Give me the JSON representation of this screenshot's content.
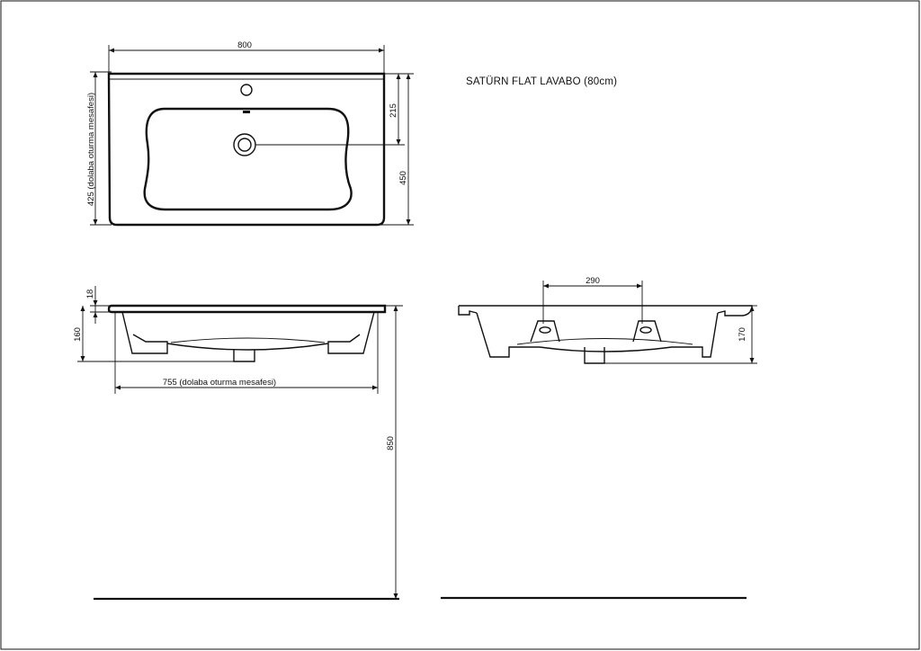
{
  "title": "SATÜRN FLAT LAVABO (80cm)",
  "dimensions": {
    "top_width": "800",
    "cabinet_seat_depth": "425 (dolaba oturma mesafesi)",
    "tap_hole_to_drain": "215",
    "depth": "450",
    "rim_thickness": "18",
    "bowl_height_side": "160",
    "cabinet_seat_width": "755 (dolaba oturma mesafesi)",
    "mounting_height": "850",
    "bracket_spacing": "290",
    "bowl_height_back": "170"
  }
}
